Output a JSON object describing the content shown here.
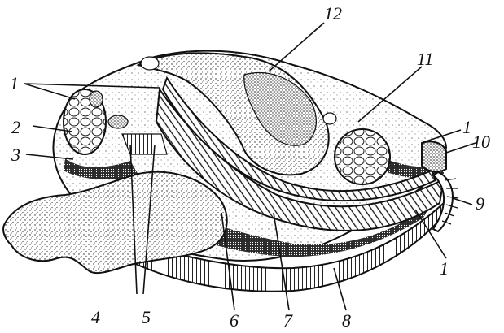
{
  "figure": {
    "labels": [
      {
        "id": "l1a",
        "text": "1"
      },
      {
        "id": "l1b",
        "text": "1"
      },
      {
        "id": "l1c",
        "text": "1"
      },
      {
        "id": "l2",
        "text": "2"
      },
      {
        "id": "l3",
        "text": "3"
      },
      {
        "id": "l4",
        "text": "4"
      },
      {
        "id": "l5",
        "text": "5"
      },
      {
        "id": "l6",
        "text": "6"
      },
      {
        "id": "l7",
        "text": "7"
      },
      {
        "id": "l8",
        "text": "8"
      },
      {
        "id": "l9",
        "text": "9"
      },
      {
        "id": "l10",
        "text": "10"
      },
      {
        "id": "l11",
        "text": "11"
      },
      {
        "id": "l12",
        "text": "12"
      }
    ]
  }
}
